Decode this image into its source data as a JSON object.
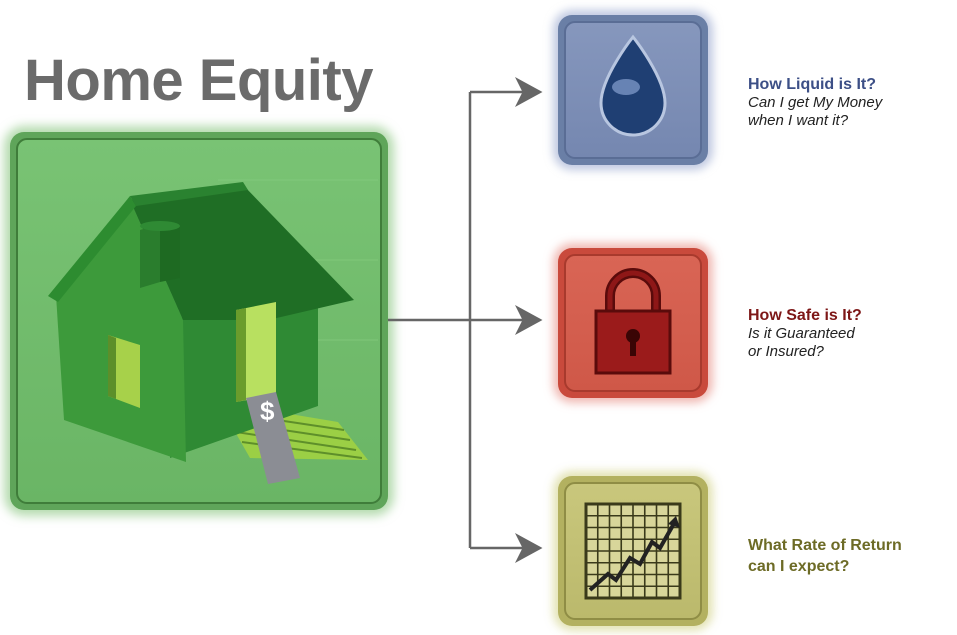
{
  "title": "Home Equity",
  "house_icon": {
    "name": "house-icon",
    "dollar_symbol": "$"
  },
  "branches": [
    {
      "id": "liquid",
      "icon": "water-drop-icon",
      "accent": "#6a7fa6",
      "heading": "How Liquid is It?",
      "sub_line1": "Can I get My Money",
      "sub_line2": "when I want it?"
    },
    {
      "id": "safe",
      "icon": "padlock-icon",
      "accent": "#c94a3c",
      "heading": "How Safe is It?",
      "sub_line1": "Is it Guaranteed",
      "sub_line2": "or Insured?"
    },
    {
      "id": "return",
      "icon": "growth-chart-icon",
      "accent": "#b3b160",
      "heading_line1": "What Rate of Return",
      "heading_line2": "can I expect?"
    }
  ],
  "colors": {
    "title_gray": "#6b6b6b",
    "house_green": "#2f8a34",
    "frame_green": "#6ab565",
    "arrow_gray": "#666666"
  }
}
